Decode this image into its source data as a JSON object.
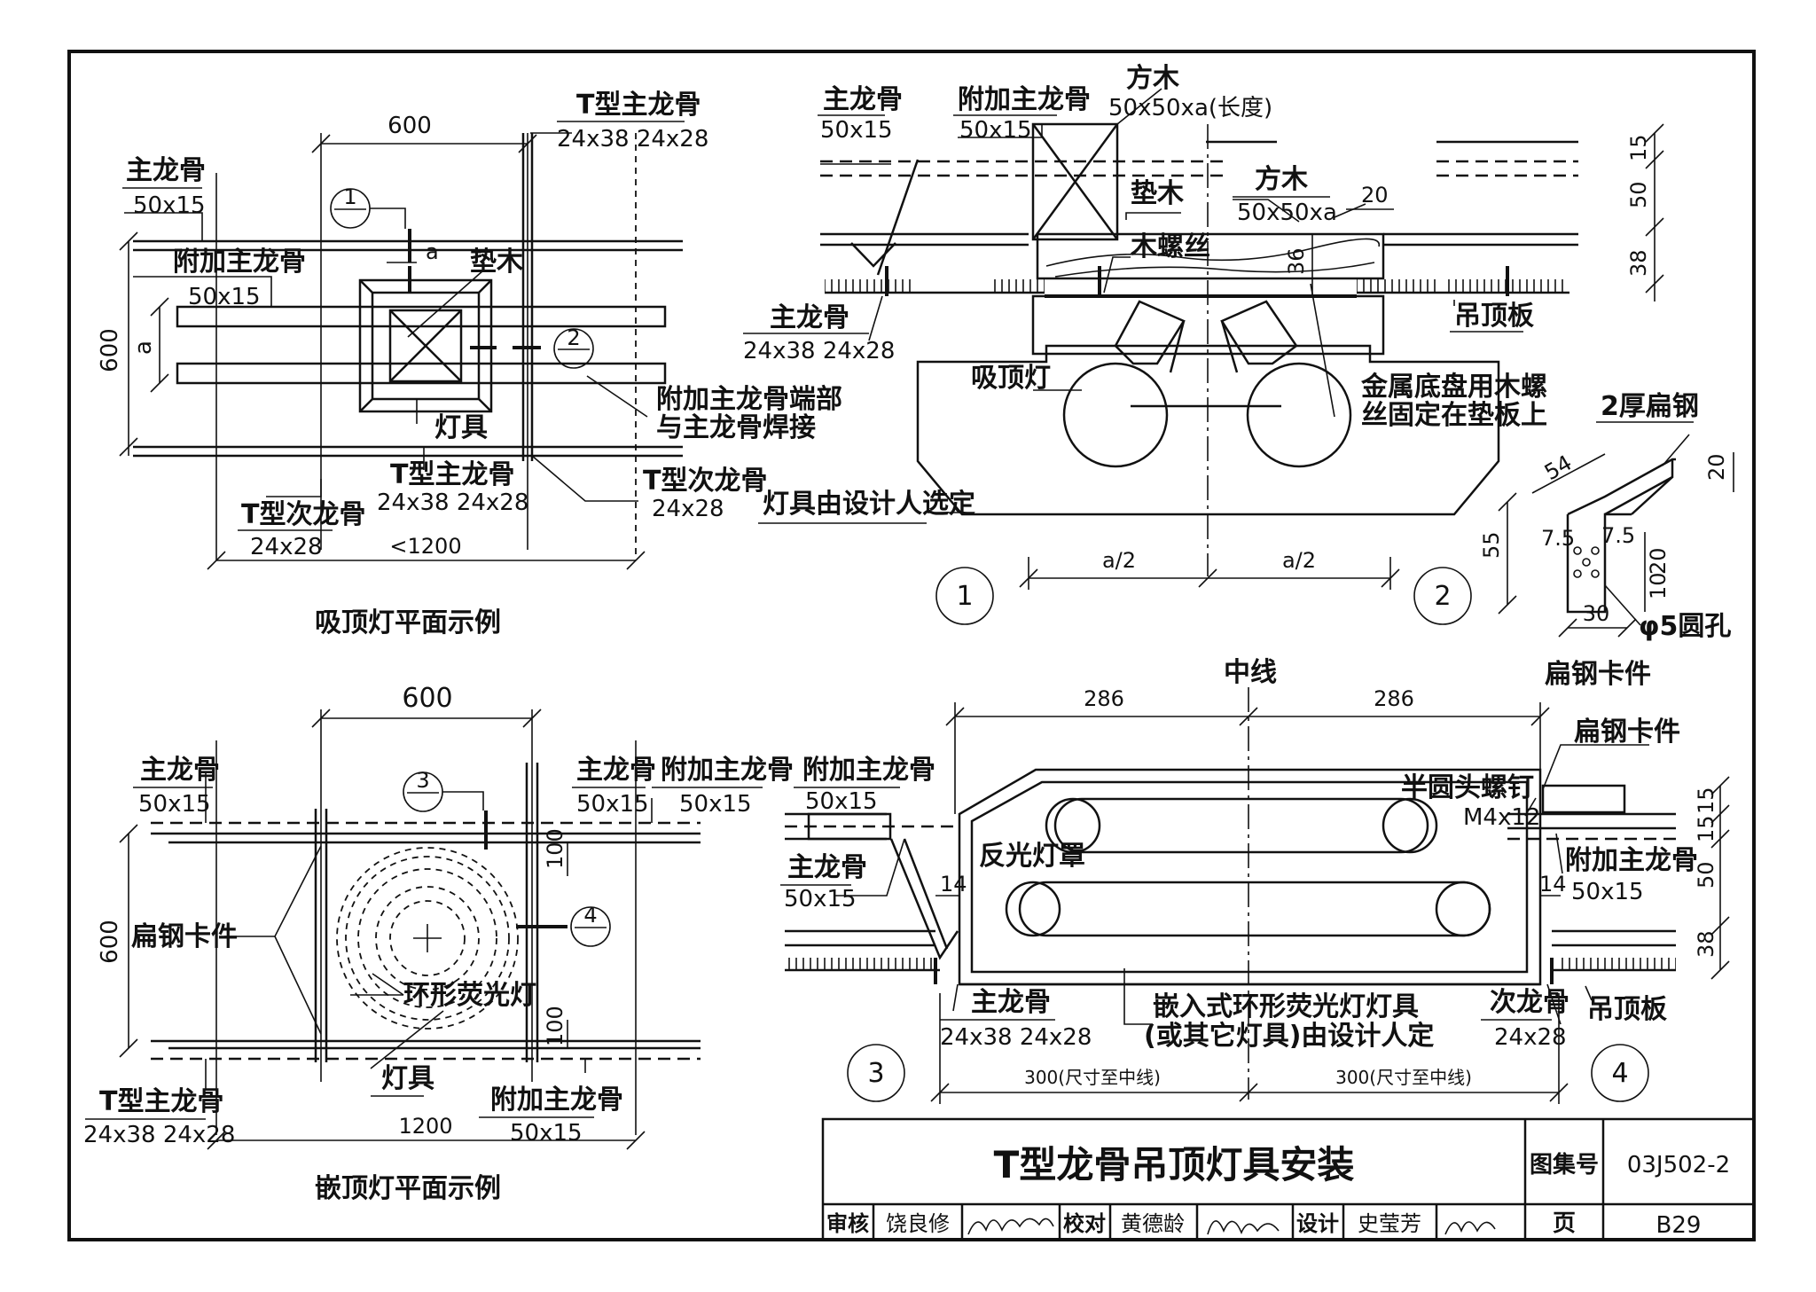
{
  "title_block": {
    "title": "T型龙骨吊顶灯具安装",
    "atlas_label": "图集号",
    "atlas_no": "03J502-2",
    "page_label": "页",
    "page_no": "B29",
    "review_label": "审核",
    "review_name": "饶良修",
    "check_label": "校对",
    "check_name": "黄德龄",
    "design_label": "设计",
    "design_name": "史莹芳"
  },
  "plan1": {
    "caption": "吸顶灯平面示例",
    "dim_top": "600",
    "dim_left": "600",
    "dim_a_small": "a",
    "dim_a_left": "a",
    "dim_bottom": "<1200",
    "lbl_main_keel": "主龙骨",
    "lbl_main_keel_size": "50x15",
    "lbl_add_main_keel": "附加主龙骨",
    "lbl_add_main_keel_size": "50x15",
    "lbl_t_main_top": "T型主龙骨",
    "lbl_t_main_top_size": "24x38 24x28",
    "lbl_pad_wood": "垫木",
    "lbl_weld": "附加主龙骨端部",
    "lbl_weld2": "与主龙骨焊接",
    "lbl_fixture": "灯具",
    "lbl_t_main_bot": "T型主龙骨",
    "lbl_t_main_bot_size": "24x38 24x28",
    "lbl_t_sec_right": "T型次龙骨",
    "lbl_t_sec_right_size": "24x28",
    "lbl_t_sec_left": "T型次龙骨",
    "lbl_t_sec_left_size": "24x28",
    "callout1": "1",
    "callout2": "2"
  },
  "plan2": {
    "caption": "嵌顶灯平面示例",
    "dim_top": "600",
    "dim_left": "600",
    "dim_100a": "100",
    "dim_100b": "100",
    "dim_bottom": "1200",
    "lbl_main_keel": "主龙骨",
    "lbl_main_keel_size": "50x15",
    "lbl_main_keel_r": "主龙骨",
    "lbl_main_keel_r_size": "50x15",
    "lbl_add_main_keel_r": "附加主龙骨",
    "lbl_add_main_keel_r_size": "50x15",
    "lbl_flat_clip": "扁钢卡件",
    "lbl_ring_lamp": "环形荧光灯",
    "lbl_fixture": "灯具",
    "lbl_t_main": "T型主龙骨",
    "lbl_t_main_size": "24x38 24x28",
    "lbl_add_main_bot": "附加主龙骨",
    "lbl_add_main_bot_size": "50x15",
    "callout3": "3",
    "callout4": "4"
  },
  "sec12": {
    "lbl_main_keel": "主龙骨",
    "lbl_main_keel_size": "50x15",
    "lbl_add_main": "附加主龙骨",
    "lbl_add_main_size": "50x15",
    "lbl_square_wood": "方木",
    "lbl_square_wood_size": "50x50xa(长度)",
    "lbl_pad_wood": "垫木",
    "lbl_square_wood2": "方木",
    "lbl_square_wood2_size": "50x50xa",
    "lbl_wood_screw": "木螺丝",
    "dim_20": "20",
    "dim_36": "36",
    "dim_15": "15",
    "dim_50": "50",
    "dim_38": "38",
    "lbl_ceiling_board": "吊顶板",
    "lbl_main_keel2": "主龙骨",
    "lbl_main_keel2_size": "24x38 24x28",
    "lbl_ceiling_lamp": "吸顶灯",
    "lbl_metal_base": "金属底盘用木螺",
    "lbl_metal_base2": "丝固定在垫板上",
    "lbl_designer": "灯具由设计人选定",
    "dim_a2_left": "a/2",
    "dim_a2_right": "a/2",
    "callout1": "1",
    "callout2": "2"
  },
  "clip": {
    "title": "扁钢卡件",
    "lbl_flat_steel": "2厚扁钢",
    "dim_54": "54",
    "dim_20": "20",
    "dim_55": "55",
    "dim_7_5a": "7.5",
    "dim_7_5b": "7.5",
    "dim_20b": "20",
    "dim_10": "10",
    "dim_30": "30",
    "lbl_hole": "φ5圆孔"
  },
  "sec34": {
    "lbl_centerline": "中线",
    "dim_286a": "286",
    "dim_286b": "286",
    "lbl_flat_clip": "扁钢卡件",
    "lbl_add_main": "附加主龙骨",
    "lbl_add_main_size": "50x15",
    "lbl_screw": "半圆头螺钉",
    "lbl_screw_size": "M4x12",
    "dim_15a": "15",
    "dim_15b": "15",
    "dim_50": "50",
    "dim_38": "38",
    "lbl_main_keel": "主龙骨",
    "lbl_main_keel_size": "50x15",
    "lbl_reflector": "反光灯罩",
    "dim_14a": "14",
    "dim_14b": "14",
    "lbl_add_main_r": "附加主龙骨",
    "lbl_add_main_r_size": "50x15",
    "lbl_main_keel2": "主龙骨",
    "lbl_main_keel2_size": "24x38 24x28",
    "lbl_embedded": "嵌入式环形荧光灯灯具",
    "lbl_embedded2": "(或其它灯具)由设计人定",
    "lbl_sec_keel": "次龙骨",
    "lbl_sec_keel_size": "24x28",
    "lbl_ceiling_board": "吊顶板",
    "dim_300a": "300(尺寸至中线)",
    "dim_300b": "300(尺寸至中线)",
    "callout3": "3",
    "callout4": "4"
  }
}
